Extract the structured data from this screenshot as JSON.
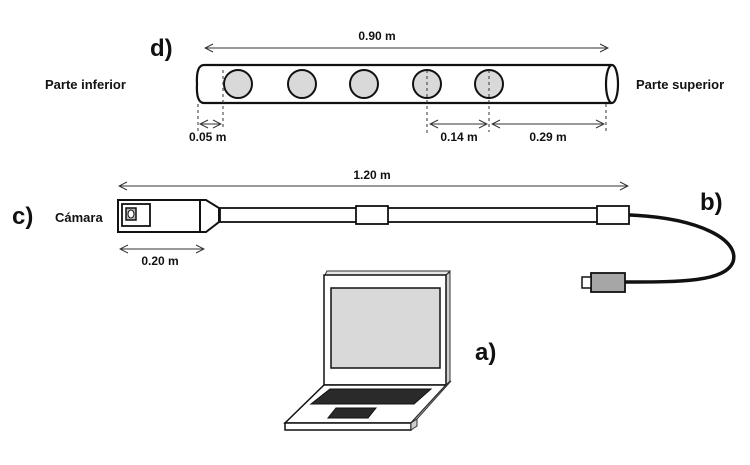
{
  "panel_d": {
    "letter": "d)",
    "label_left": "Parte inferior",
    "label_right": "Parte superior",
    "total_length": "0.90 m",
    "dim_bottom_offset": "0.05 m",
    "dim_spacing": "0.14 m",
    "dim_top_offset": "0.29 m",
    "hole_count": 5
  },
  "panel_c": {
    "letter": "c)",
    "camera_label": "Cámara",
    "total_length": "1.20 m",
    "head_length": "0.20 m"
  },
  "panel_b": {
    "letter": "b)"
  },
  "panel_a": {
    "letter": "a)"
  },
  "colors": {
    "line": "#111111",
    "hole_fill": "#d9d9d9",
    "screen_fill": "#d9d9d9",
    "keyboard_fill": "#2a2a2a",
    "usb_fill": "#a6a6a6"
  }
}
